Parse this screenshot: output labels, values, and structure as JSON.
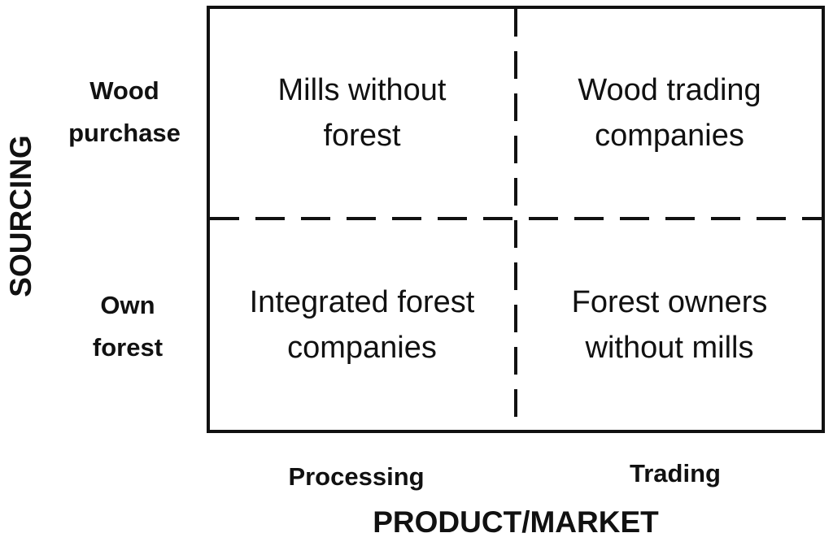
{
  "axes": {
    "y_label": "SOURCING",
    "x_label": "PRODUCT/MARKET"
  },
  "rows": {
    "top": "Wood\npurchase",
    "bottom": "Own\nforest"
  },
  "columns": {
    "left": "Processing",
    "right": "Trading"
  },
  "cells": {
    "top_left": "Mills without\nforest",
    "top_right": "Wood trading\ncompanies",
    "bottom_left": "Integrated forest\ncompanies",
    "bottom_right": "Forest owners\nwithout mills"
  }
}
